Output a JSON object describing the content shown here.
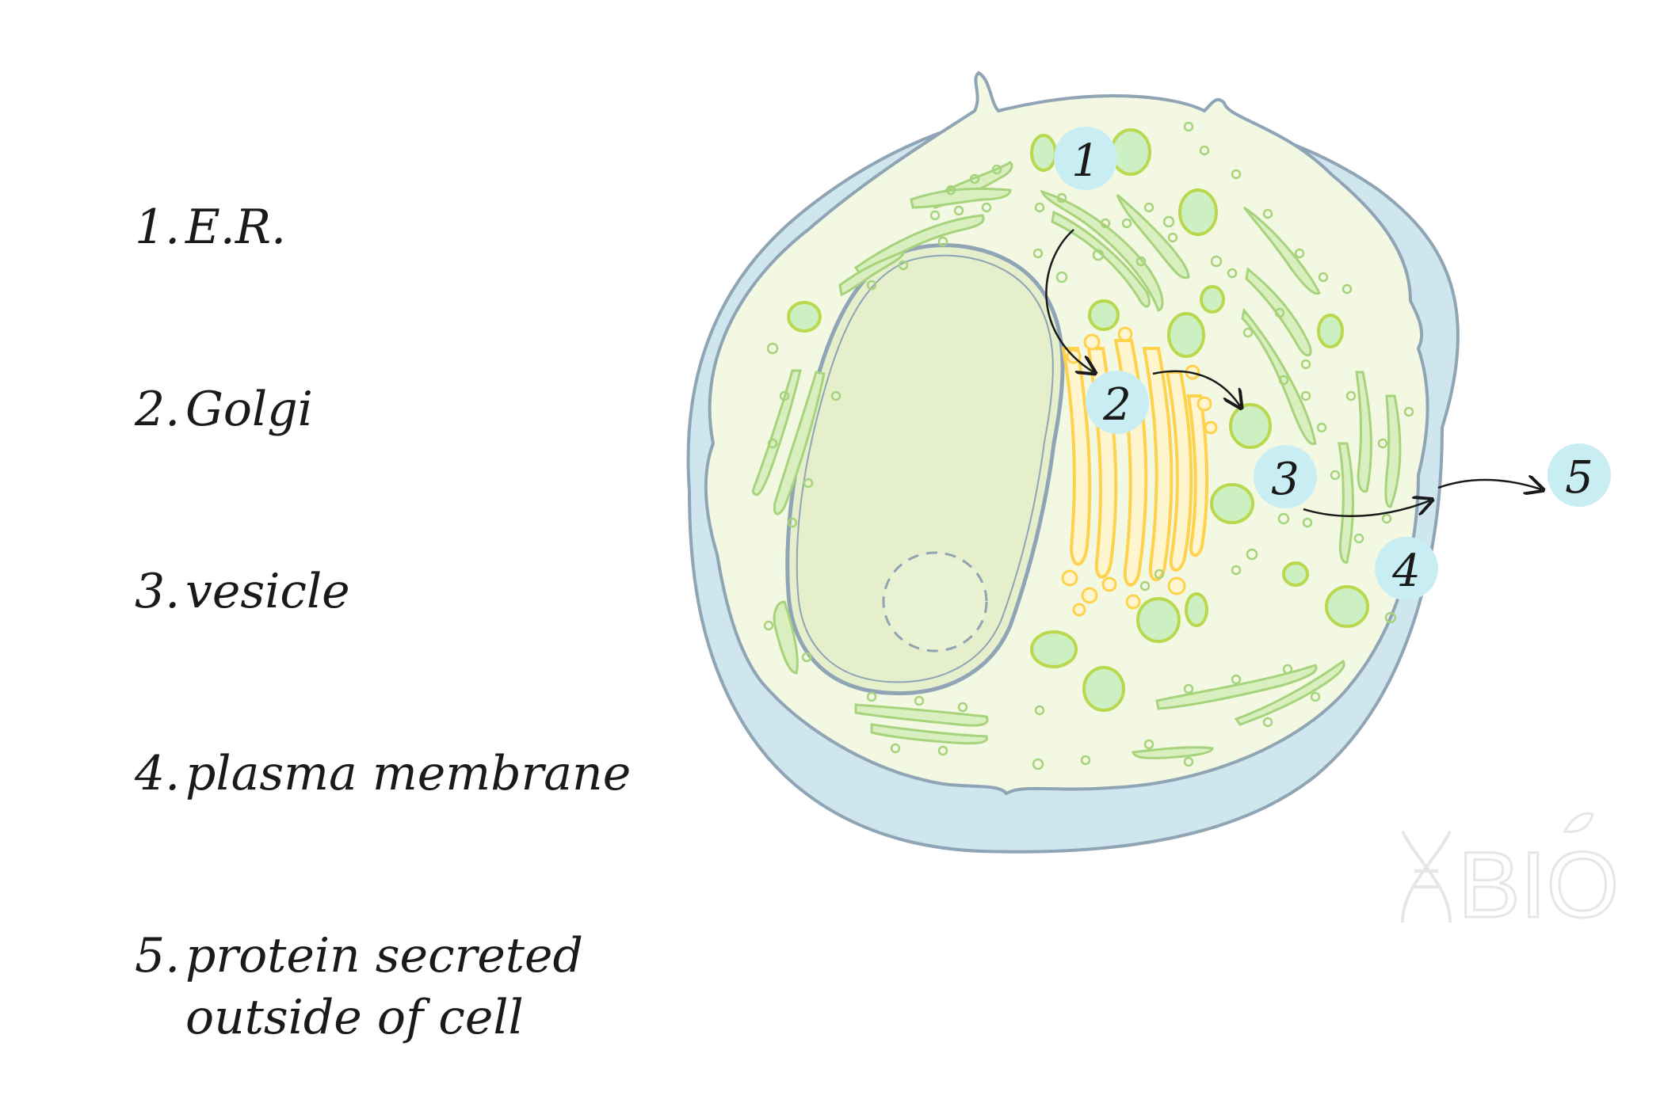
{
  "legend": {
    "items": [
      {
        "number": "1.",
        "label": "E.R."
      },
      {
        "number": "2.",
        "label": "Golgi"
      },
      {
        "number": "3.",
        "label": "vesicle"
      },
      {
        "number": "4.",
        "label": "plasma membrane"
      },
      {
        "number": "5.",
        "label": "protein secreted\noutside of cell"
      }
    ]
  },
  "markers": [
    "1",
    "2",
    "3",
    "4",
    "5"
  ],
  "logo": {
    "text": "BIO"
  },
  "colors": {
    "membrane": "#8fa4b4",
    "cell_wall": "#cfe6ee",
    "cytoplasm": "#f3f8e3",
    "nucleus": "#e5efcc",
    "er": "#d9efc0",
    "er_dots": "#a6d37b",
    "golgi": "#ffd24d",
    "vesicle": "#cdf0c3",
    "marker": "#c8eef3",
    "arrow": "#1a1a1a"
  }
}
